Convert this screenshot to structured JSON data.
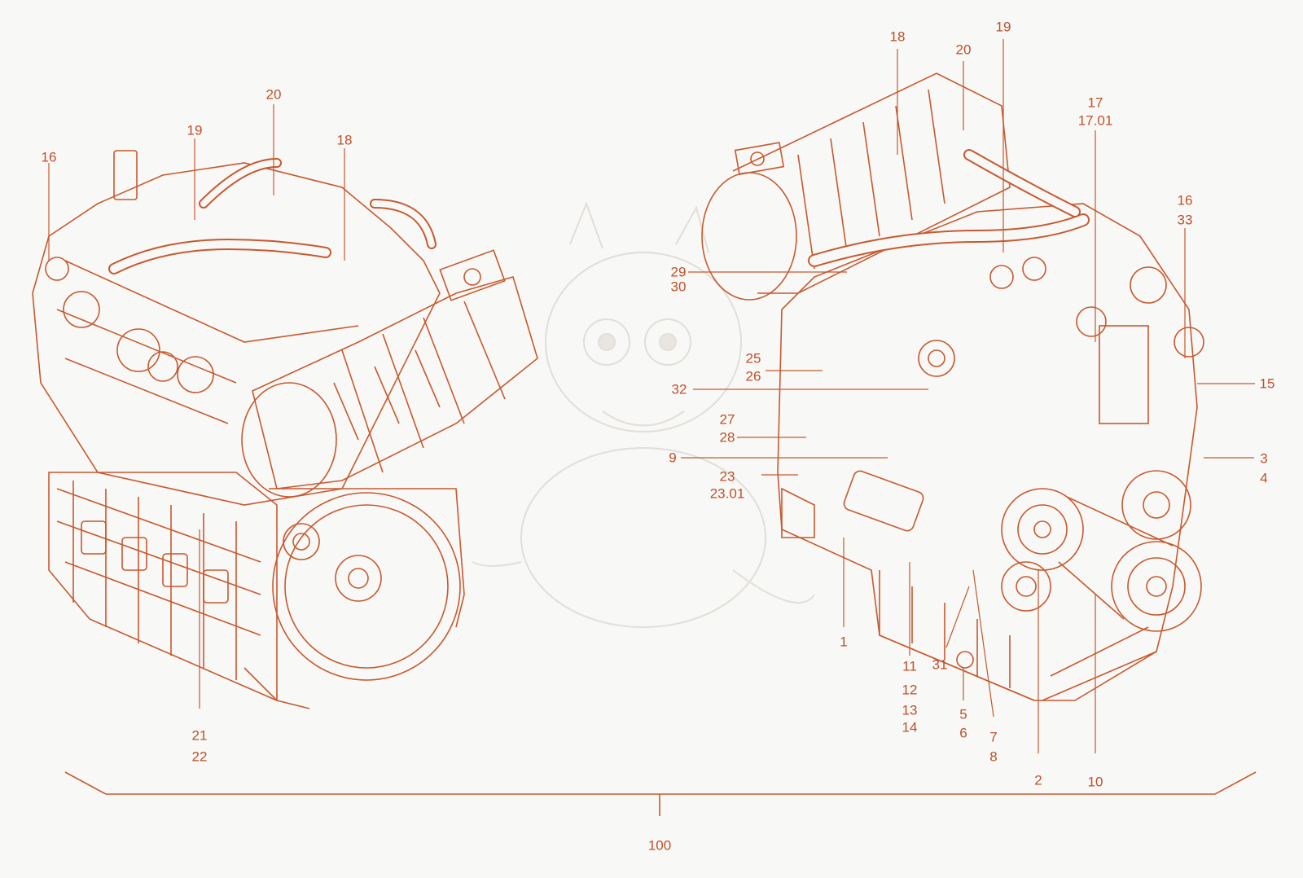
{
  "colors": {
    "line": "#c8592f",
    "text": "#c0502a",
    "background": "#f8f8f6",
    "watermark": "#d9d5cf"
  },
  "left_view": {
    "labels": [
      "16",
      "19",
      "20",
      "18",
      "21",
      "22"
    ]
  },
  "right_view": {
    "labels": [
      "18",
      "20",
      "19",
      "17",
      "17.01",
      "16",
      "33",
      "29",
      "30",
      "25",
      "26",
      "32",
      "27",
      "28",
      "9",
      "23",
      "23.01",
      "15",
      "3",
      "4",
      "1",
      "11",
      "12",
      "13",
      "14",
      "31",
      "5",
      "6",
      "7",
      "8",
      "2",
      "10"
    ]
  },
  "assembly_label": "100",
  "icons": [
    "engine-left-view",
    "engine-right-view",
    "dragon-watermark"
  ]
}
